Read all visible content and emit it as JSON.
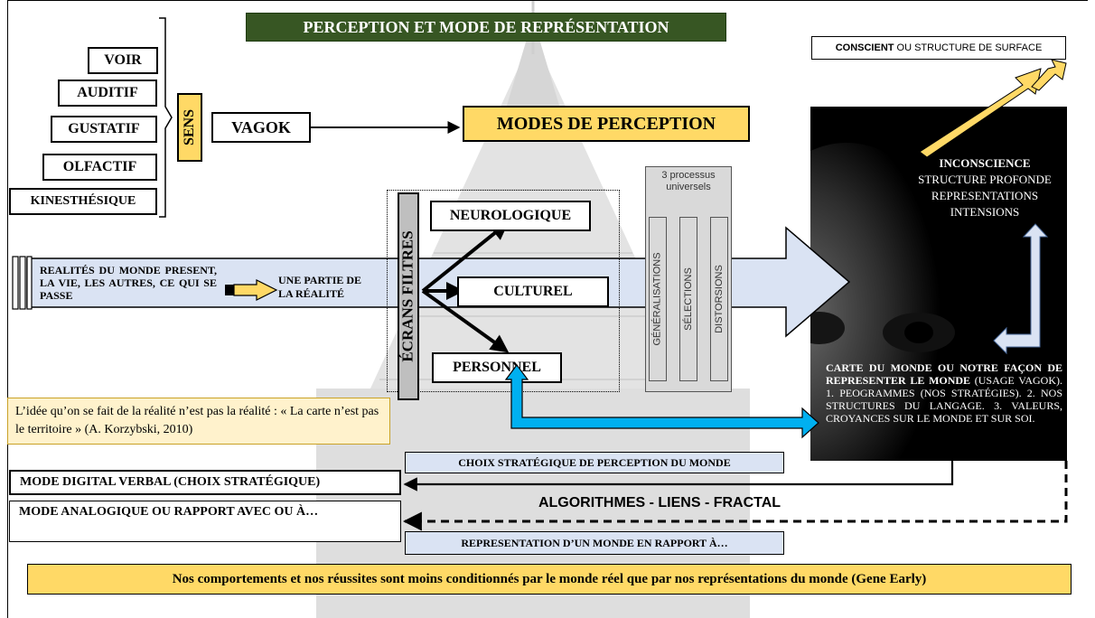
{
  "title": "PERCEPTION ET MODE DE REPRÉSENTATION",
  "conscient": {
    "bold": "CONSCIENT",
    "rest": " OU STRUCTURE DE SURFACE"
  },
  "senses": [
    "VOIR",
    "AUDITIF",
    "GUSTATIF",
    "OLFACTIF",
    "KINESTHÉSIQUE"
  ],
  "sens_label": "SENS",
  "vagok": "VAGOK",
  "modes_perception": "MODES DE PERCEPTION",
  "realites": "REALITÉS DU MONDE PRESENT, LA VIE, LES AUTRES, CE QUI SE PASSE",
  "partie_realite": "UNE PARTIE DE LA RÉALITÉ",
  "ecrans_filtres": "ÉCRANS FILTRES",
  "filters": [
    "NEUROLOGIQUE",
    "CULTUREL",
    "PERSONNEL"
  ],
  "processus_title": "3 processus universels",
  "processus": [
    "GÉNÉRALISATIONS",
    "SÉLECTIONS",
    "DISTORSIONS"
  ],
  "inconscience": {
    "title": "INCONSCIENCE",
    "lines": [
      "STRUCTURE PROFONDE",
      "REPRESENTATIONS",
      "INTENSIONS"
    ]
  },
  "carte": {
    "bold": "CARTE DU MONDE OU NOTRE FAÇON DE REPRESENTER LE MONDE",
    "rest": " (USAGE VAGOK). 1. PEOGRAMMES (NOS STRATÉGIES). 2. NOS STRUCTURES DU LANGAGE. 3. VALEURS, CROYANCES SUR LE MONDE ET SUR SOI."
  },
  "quote": "L’idée qu’on se fait de la réalité n’est pas la réalité : « La carte n’est pas le territoire » (A. Korzybski, 2010)",
  "choix_strategique": "CHOIX STRATÉGIQUE DE PERCEPTION DU MONDE",
  "mode_digital": "MODE DIGITAL VERBAL (CHOIX STRATÉGIQUE)",
  "algorithmes": "ALGORITHMES - LIENS - FRACTAL",
  "mode_analogique": "MODE ANALOGIQUE OU RAPPORT AVEC OU À…",
  "representation": "REPRESENTATION D’UN MONDE EN RAPPORT À…",
  "bottom": "Nos comportements et nos réussites sont moins conditionnés par le monde réel que par nos représentations du monde (Gene Early)",
  "colors": {
    "title_bg": "#375623",
    "yellow": "#ffd966",
    "light_blue": "#dae3f3",
    "arrow_blue": "#00b0f0",
    "gray": "#bfbfbf"
  }
}
